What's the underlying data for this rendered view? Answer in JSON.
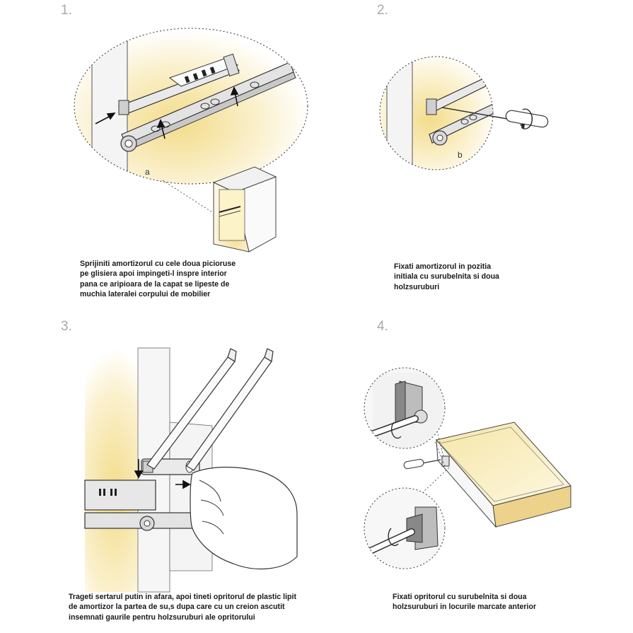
{
  "steps": [
    {
      "number": "1.",
      "label": "a",
      "caption": "Sprijiniti amortizorul cu cele doua picioruse\npe glisiera apoi impingeti-l inspre interior\npana ce aripioara de la capat se lipeste de\nmuchia lateralei corpului de mobilier"
    },
    {
      "number": "2.",
      "label": "b",
      "caption": "Fixati amortizorul in pozitia\ninitiala cu surubelnita si doua\nholzsuruburi"
    },
    {
      "number": "3.",
      "caption": "Trageti sertarul putin in afara, apoi tineti opritorul de plastic lipit\nde amortizor la partea de su,s dupa care cu un creion ascutit\ninsemnati gaurile pentru holzsuruburi ale opritorului"
    },
    {
      "number": "4.",
      "caption": "Fixati opritorul cu surubelnita si doua\nholzsuruburi in locurile marcate anterior"
    }
  ],
  "colors": {
    "glow": "#f3dc8a",
    "line": "#2a2a2a",
    "panel": "#f2f2f2",
    "number": "#a8a8a8"
  }
}
